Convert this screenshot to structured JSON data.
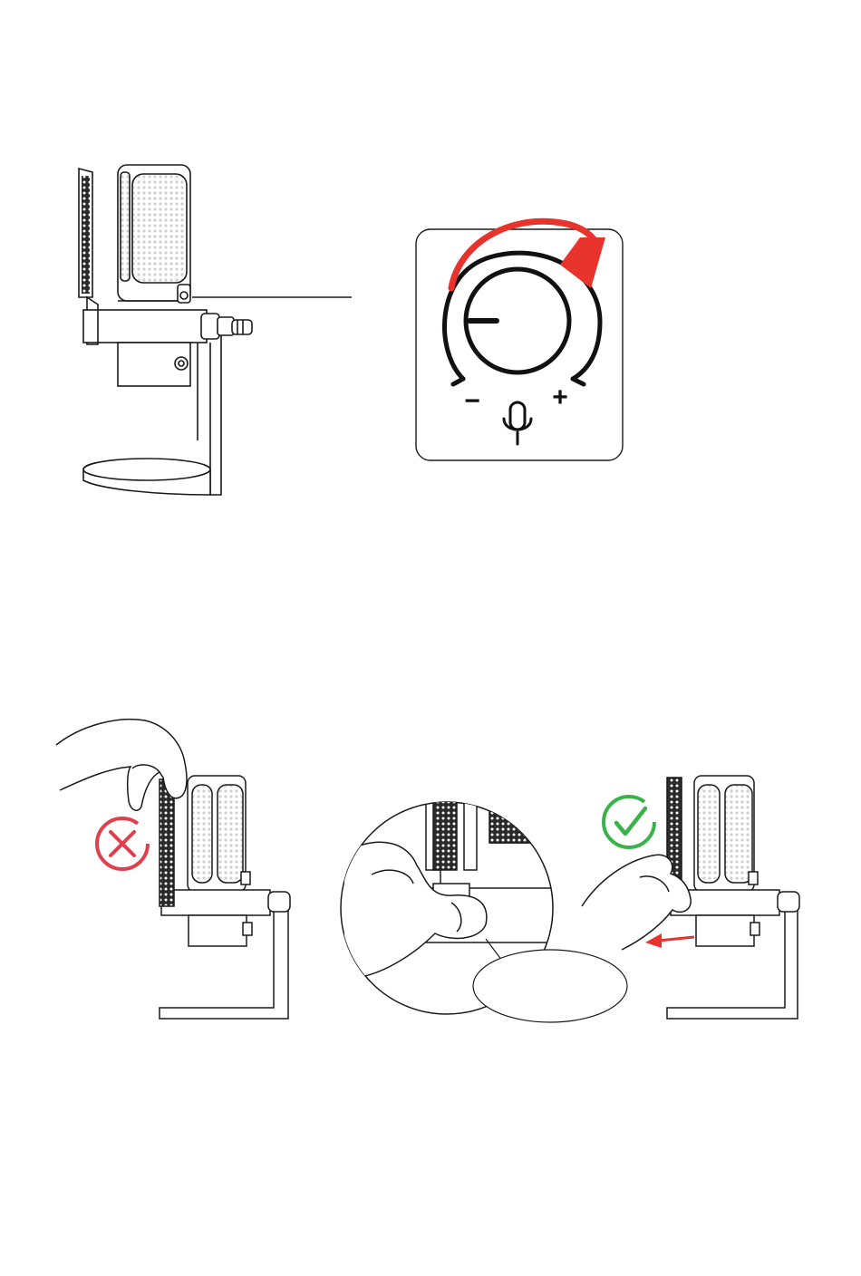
{
  "page": {
    "background": "#ffffff"
  },
  "colors": {
    "stroke": "#1a1a1a",
    "mesh": "#d6d6d6",
    "arrow_red": "#e8322c",
    "wrong_red": "#e0404c",
    "right_green": "#3ab24a",
    "panel_bg": "#ffffff"
  },
  "volume_knob": {
    "minus_sign": "−",
    "plus_sign": "+",
    "icon": "microphone-icon",
    "rotation": "clockwise"
  },
  "removal_steps": [
    {
      "name": "wrong-method",
      "badge": "cross-icon",
      "badge_color": "#e0404c"
    },
    {
      "name": "detail-zoom",
      "badge": "",
      "badge_color": ""
    },
    {
      "name": "correct-method",
      "badge": "check-icon",
      "badge_color": "#3ab24a"
    }
  ]
}
